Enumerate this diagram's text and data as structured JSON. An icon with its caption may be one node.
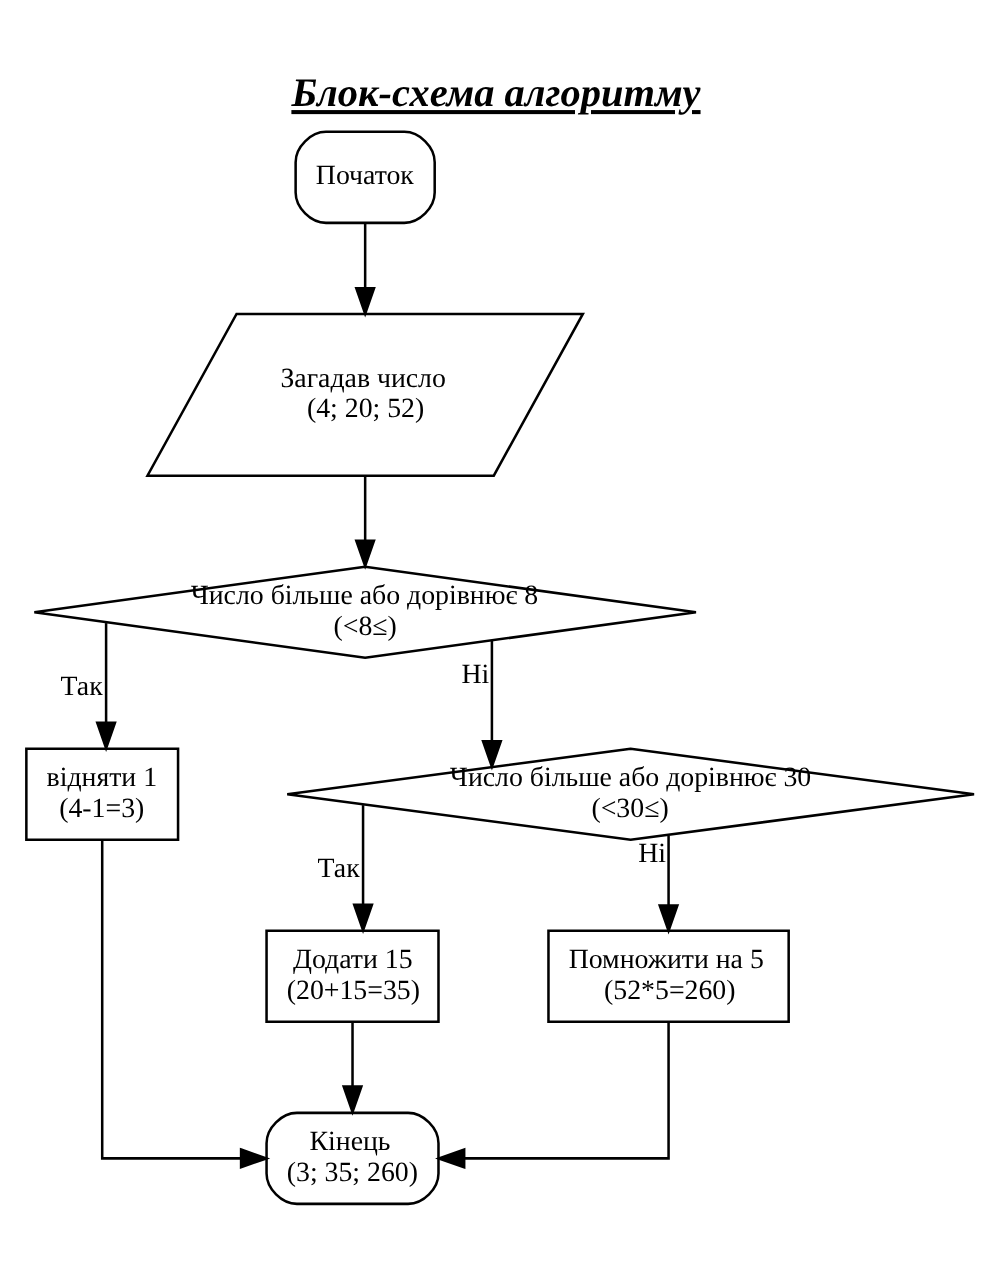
{
  "diagram": {
    "title": "Блок-схема алгоритму",
    "nodes": [
      {
        "text": [
          "Початок"
        ]
      },
      {
        "text": [
          "Загадав число",
          "(4; 20; 52)"
        ]
      },
      {
        "text": [
          "Число більше або дорівнює 8",
          "(<8≤)"
        ]
      },
      {
        "text": [
          "відняти 1",
          "(4-1=3)"
        ]
      },
      {
        "text": [
          "Число більше або дорівнює 30",
          "(<30≤)"
        ]
      },
      {
        "text": [
          "Додати 15",
          "(20+15=35)"
        ]
      },
      {
        "text": [
          "Помножити на 5",
          "(52*5=260)"
        ]
      },
      {
        "text": [
          "Кінець",
          "(3; 35; 260)"
        ]
      }
    ],
    "edges": [
      {
        "from": 0,
        "to": 1,
        "arrow": "to"
      },
      {
        "from": 1,
        "to": 2,
        "arrow": "to"
      },
      {
        "from": 2,
        "to": 3,
        "arrow": "to",
        "label": "Так"
      },
      {
        "from": 2,
        "to": 4,
        "arrow": "to",
        "label": "Ні"
      },
      {
        "from": 4,
        "to": 5,
        "arrow": "to",
        "label": "Так"
      },
      {
        "from": 4,
        "to": 6,
        "arrow": "to",
        "label": "Ні"
      },
      {
        "from": 3,
        "to": 7,
        "arrow": "to"
      },
      {
        "from": 5,
        "to": 7,
        "arrow": "to"
      },
      {
        "from": 6,
        "to": 7,
        "arrow": "to"
      }
    ]
  }
}
